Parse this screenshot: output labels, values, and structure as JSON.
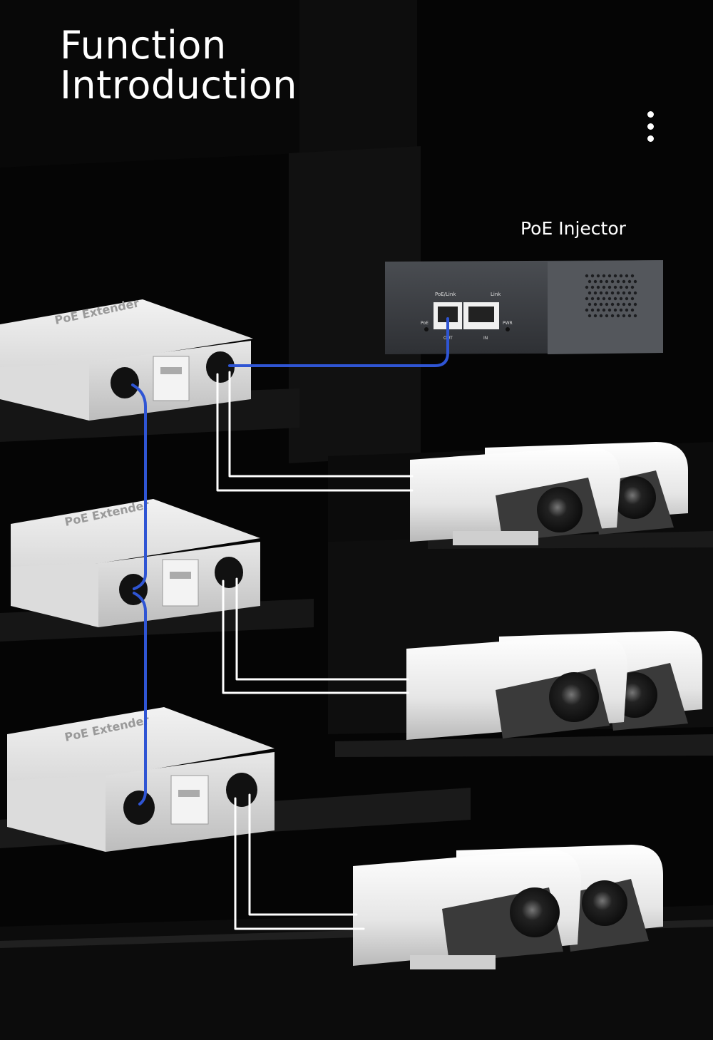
{
  "title": {
    "line1": "Function",
    "line2": "Introduction"
  },
  "menu": {
    "icon": "more-vertical-icon"
  },
  "injector": {
    "label": "PoE Injector",
    "port_top_labels": [
      "PoE/Link",
      "Link"
    ],
    "port_side_labels": [
      "PoE",
      "PWR"
    ],
    "port_bottom_labels": [
      "OUT",
      "IN"
    ]
  },
  "extenders": [
    {
      "label": "PoE Extender"
    },
    {
      "label": "PoE Extender"
    },
    {
      "label": "PoE Extender"
    }
  ],
  "colors": {
    "background": "#050505",
    "poe_cable": "#2f55d4",
    "camera_cable": "#ffffff",
    "text": "#ffffff"
  }
}
